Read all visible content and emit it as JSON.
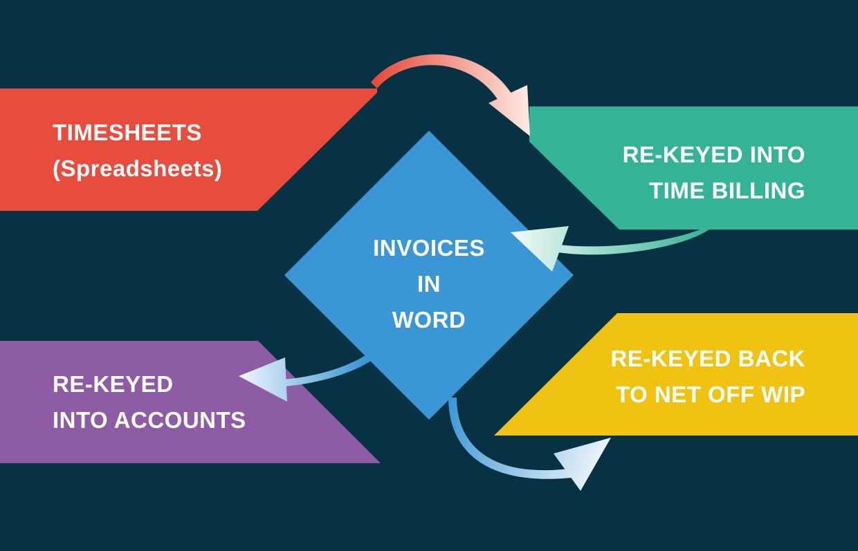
{
  "colors": {
    "background": "#063243",
    "timesheets": "#E84C3D",
    "time_billing": "#34B396",
    "accounts": "#8D5CA4",
    "wip": "#F0C313",
    "invoices": "#3A96D4",
    "text": "#FFFFFF"
  },
  "nodes": {
    "timesheets": {
      "line1": "TIMESHEETS",
      "line2": "(Spreadsheets)"
    },
    "time_billing": {
      "line1": "RE-KEYED INTO",
      "line2": "TIME BILLING"
    },
    "invoices": {
      "line1": "INVOICES",
      "line2": "IN",
      "line3": "WORD"
    },
    "accounts": {
      "line1": "RE-KEYED",
      "line2": "INTO ACCOUNTS"
    },
    "wip": {
      "line1": "RE-KEYED BACK",
      "line2": "TO NET OFF WIP"
    }
  },
  "flows": [
    {
      "from": "timesheets",
      "to": "time_billing"
    },
    {
      "from": "time_billing",
      "to": "invoices"
    },
    {
      "from": "invoices",
      "to": "accounts"
    },
    {
      "from": "invoices",
      "to": "wip"
    }
  ]
}
